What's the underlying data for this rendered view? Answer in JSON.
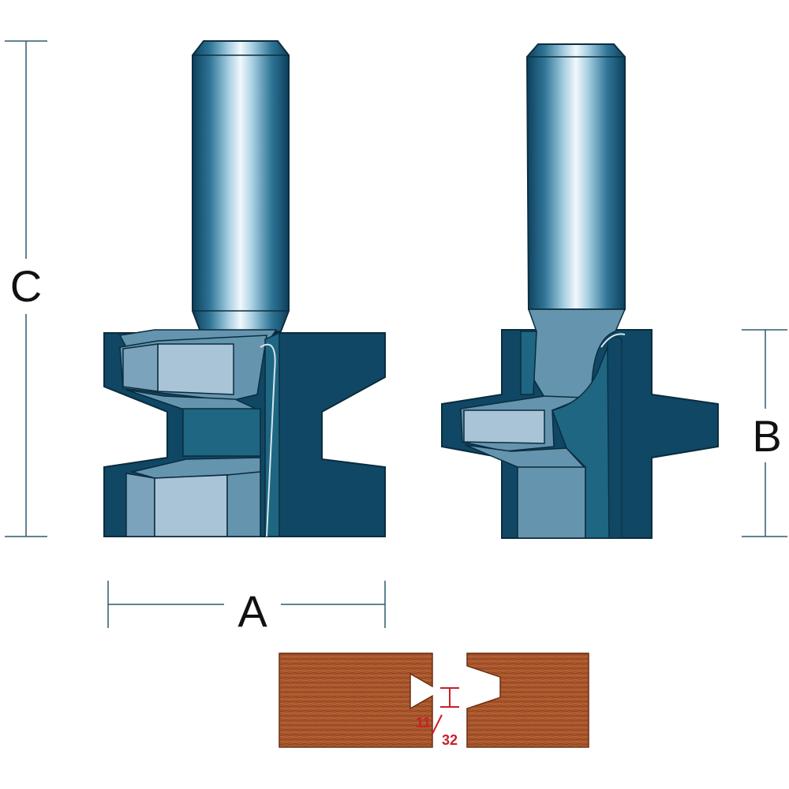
{
  "dimensions": {
    "a_label": "A",
    "b_label": "B",
    "c_label": "C"
  },
  "joint": {
    "fraction_numerator": "11",
    "fraction_denominator": "32"
  },
  "colors": {
    "dim_line": "#2f5a6e",
    "cutter_dark": "#0f4764",
    "cutter_mid": "#1e6681",
    "cutter_light": "#6594ae",
    "cutter_face": "#a9c4d6",
    "wood": "#a8552c",
    "fraction": "#c8202a"
  }
}
